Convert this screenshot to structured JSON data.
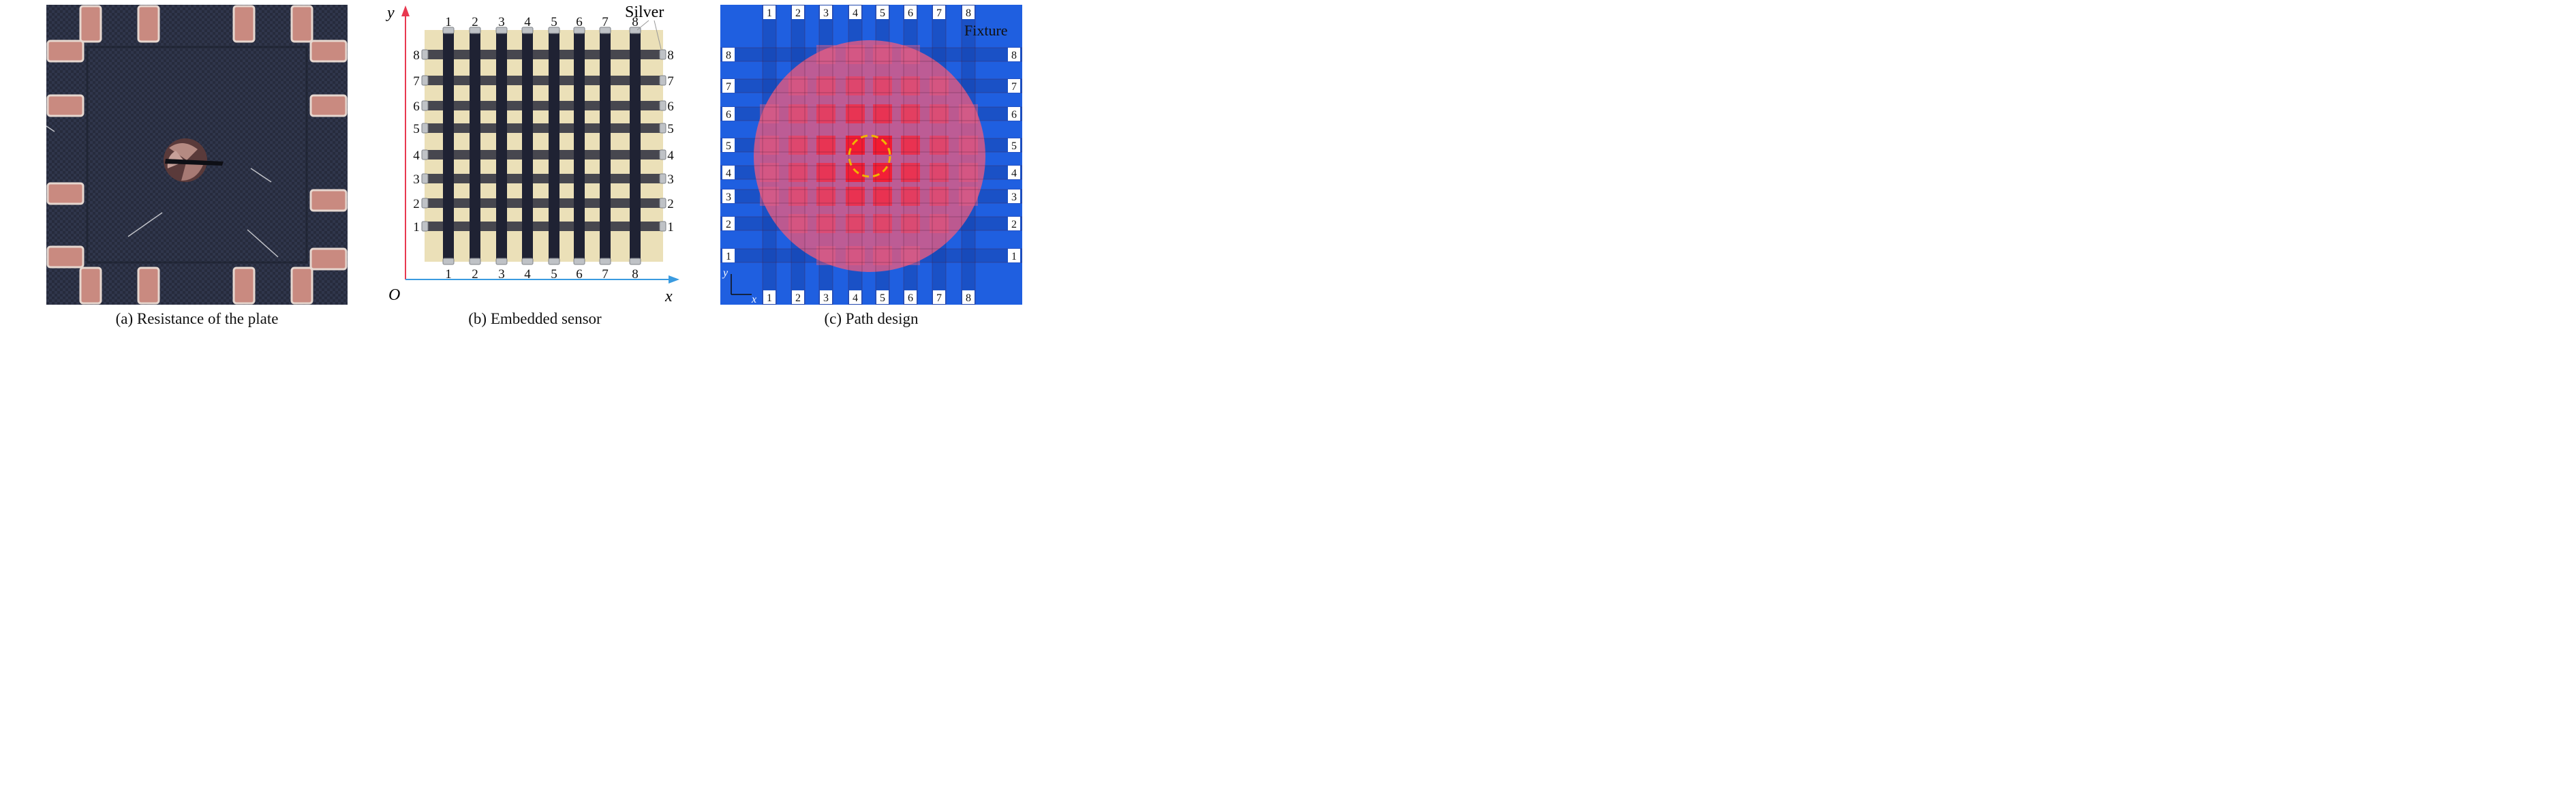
{
  "panel_a": {
    "caption": "(a) Resistance of the plate"
  },
  "panel_b": {
    "caption": "(b) Embedded sensor",
    "axis_y": "y",
    "axis_x": "x",
    "origin": "O",
    "callout": "Silver",
    "top_numbers": [
      "1",
      "2",
      "3",
      "4",
      "5",
      "6",
      "7",
      "8"
    ],
    "bottom_numbers": [
      "1",
      "2",
      "3",
      "4",
      "5",
      "6",
      "7",
      "8"
    ],
    "left_numbers": [
      "8",
      "7",
      "6",
      "5",
      "4",
      "3",
      "2",
      "1"
    ],
    "right_numbers": [
      "8",
      "7",
      "6",
      "5",
      "4",
      "3",
      "2",
      "1"
    ]
  },
  "panel_c": {
    "caption": "(c) Path design",
    "callout": "Fixture",
    "axis_y": "y",
    "axis_x": "x",
    "top_numbers": [
      "1",
      "2",
      "3",
      "4",
      "5",
      "6",
      "7",
      "8"
    ],
    "bottom_numbers": [
      "1",
      "2",
      "3",
      "4",
      "5",
      "6",
      "7",
      "8"
    ],
    "left_numbers": [
      "8",
      "7",
      "6",
      "5",
      "4",
      "3",
      "2",
      "1"
    ],
    "right_numbers": [
      "8",
      "7",
      "6",
      "5",
      "4",
      "3",
      "2",
      "1"
    ]
  },
  "colors": {
    "fixture_blue": "#1f5fe0",
    "heat_pink": "#e0507a",
    "plate_dark": "#23283a",
    "sensor_bg": "#e8dcb0"
  }
}
